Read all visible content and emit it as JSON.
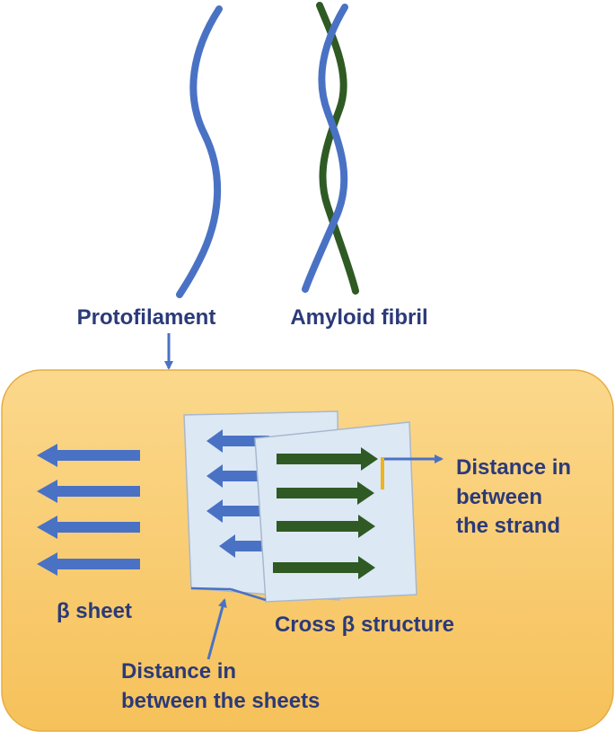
{
  "labels": {
    "protofilament": "Protofilament",
    "amyloid_fibril": "Amyloid fibril",
    "beta_sheet": "β sheet",
    "cross_beta": "Cross β structure",
    "strand_distance_line1": "Distance in",
    "strand_distance_line2": "between",
    "strand_distance_line3": "the strand",
    "sheet_distance_line1": "Distance in",
    "sheet_distance_line2": "between the sheets"
  },
  "colors": {
    "label_text": "#2b3a78",
    "strand_blue": "#4a72c4",
    "strand_green": "#2f5a24",
    "panel_fill": "#f8c96a",
    "sheet_fill": "#dde8f5",
    "tick_yellow": "#f2b21a"
  }
}
